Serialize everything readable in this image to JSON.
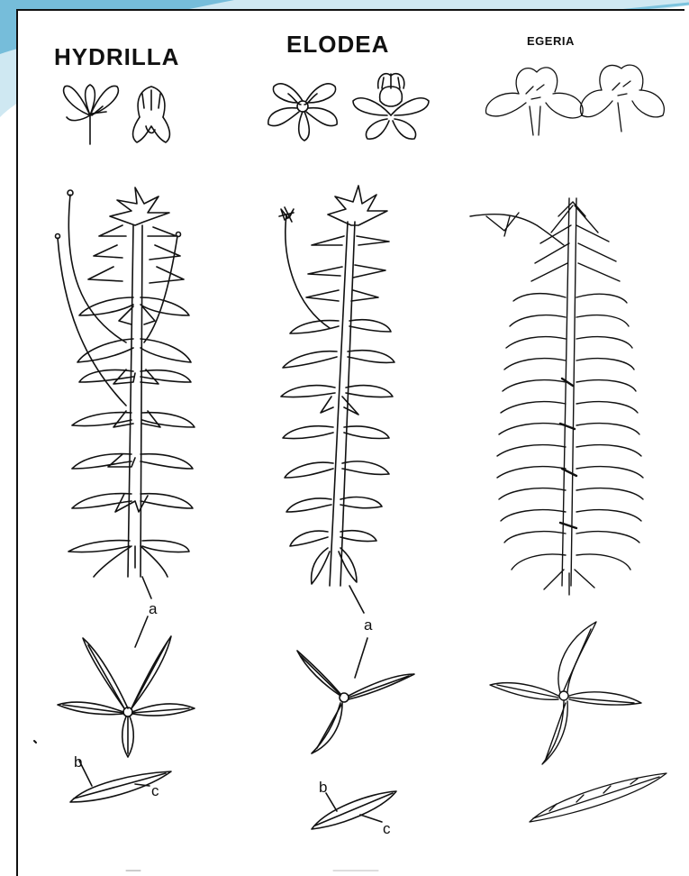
{
  "columns": [
    {
      "title": "HYDRILLA"
    },
    {
      "title": "ELODEA"
    },
    {
      "title": "EGERIA"
    }
  ],
  "labels": {
    "a": "a",
    "b": "b",
    "c": "c"
  }
}
